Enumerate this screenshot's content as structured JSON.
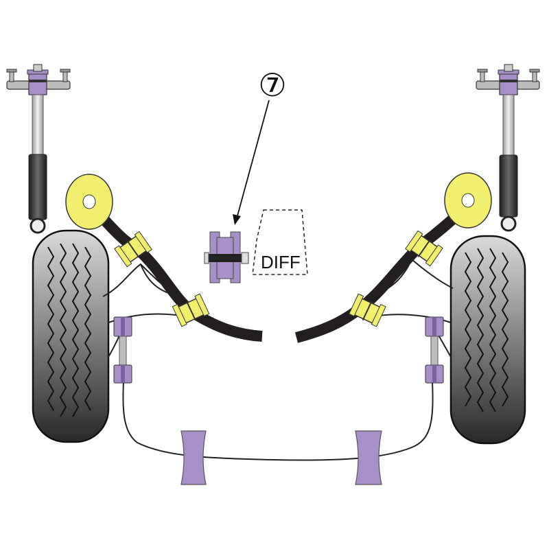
{
  "callout": {
    "number": "⑦"
  },
  "diff_label": "DIFF",
  "colors": {
    "poly_purple": "#a78fc9",
    "poly_purple_dark": "#7a62a3",
    "mount_yellow": "#f2ef6e",
    "tyre_dark": "#2d2b2b",
    "tyre_light": "#c9c9c9",
    "strut_grey": "#bdbdbd",
    "arm_black": "#231f20"
  },
  "components": [
    {
      "name": "left-top-mount",
      "color": "purple"
    },
    {
      "name": "right-top-mount",
      "color": "purple"
    },
    {
      "name": "diff-mount-bush",
      "color": "purple"
    },
    {
      "name": "rear-beam-bush-left",
      "color": "purple"
    },
    {
      "name": "rear-beam-bush-right",
      "color": "purple"
    },
    {
      "name": "anti-roll-bar-bush",
      "color": "yellow"
    }
  ]
}
